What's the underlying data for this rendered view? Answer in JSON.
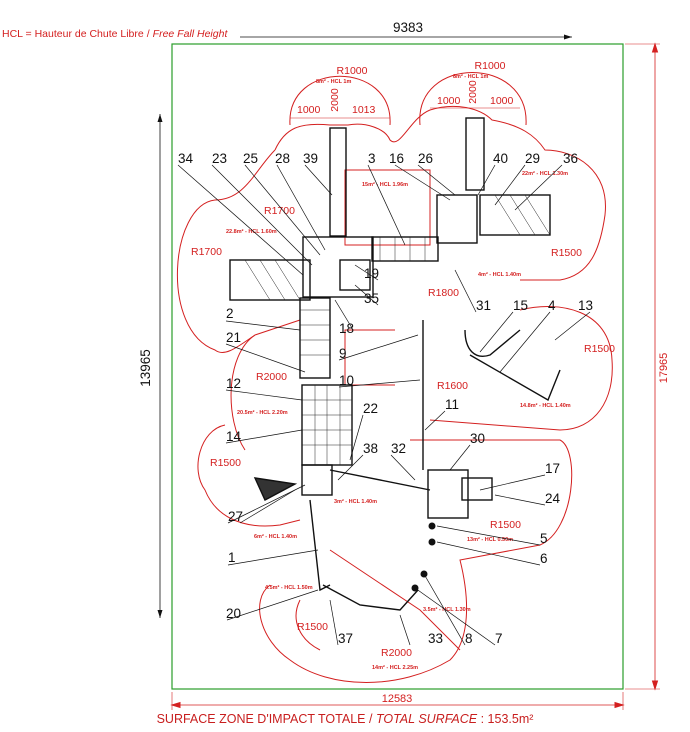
{
  "legend": {
    "prefix": "HCL = Hauteur de Chute Libre",
    "separator": "/",
    "english": "Free Fall Height"
  },
  "dimensions": {
    "top_width": "9383",
    "left_height": "13965",
    "right_height": "17965",
    "bottom_width": "12583"
  },
  "footer": {
    "fr": "SURFACE ZONE D'IMPACT TOTALE",
    "separator": "/",
    "en": "TOTAL SURFACE",
    "value": ": 153.5m²"
  },
  "radii": {
    "r1000_left": "R1000",
    "r1000_right": "R1000",
    "r1700_top": "R1700",
    "r1700_left": "R1700",
    "r1500_right_top": "R1500",
    "r1800": "R1800",
    "r1500_far_right": "R1500",
    "r2000_left": "R2000",
    "r1600": "R1600",
    "r1500_left": "R1500",
    "r1500_mid": "R1500",
    "r1500_bottom": "R1500",
    "r2000_bottom": "R2000"
  },
  "tower_dims": {
    "left_w1": "1000",
    "left_w2": "1013",
    "left_h": "2000",
    "right_w1": "1000",
    "right_w2": "1000",
    "right_h": "2000"
  },
  "zones": {
    "z1": "8m² - HCL 1m",
    "z2": "8m² - HCL 1m",
    "z3": "15m² - HCL 1.96m",
    "z4": "22m² - HCL 1.30m",
    "z5": "22.8m² - HCL 1.60m",
    "z6": "4m² - HCL 1.40m",
    "z7": "20.5m² - HCL 2.20m",
    "z8": "14.8m² - HCL 1.40m",
    "z9": "3m² - HCL 1.40m",
    "z10": "6m² - HCL 1.40m",
    "z11": "13m² - HCL 0.50m",
    "z12": "4.5m² - HCL 1.50m",
    "z13": "3.5m² - HCL 1.30m",
    "z14": "14m² - HCL 2.25m"
  },
  "parts": [
    "34",
    "23",
    "25",
    "28",
    "39",
    "3",
    "16",
    "26",
    "40",
    "29",
    "36",
    "19",
    "35",
    "18",
    "2",
    "21",
    "12",
    "14",
    "22",
    "38",
    "32",
    "27",
    "1",
    "20",
    "31",
    "15",
    "4",
    "13",
    "9",
    "10",
    "11",
    "30",
    "17",
    "24",
    "5",
    "6",
    "37",
    "33",
    "8",
    "7"
  ]
}
